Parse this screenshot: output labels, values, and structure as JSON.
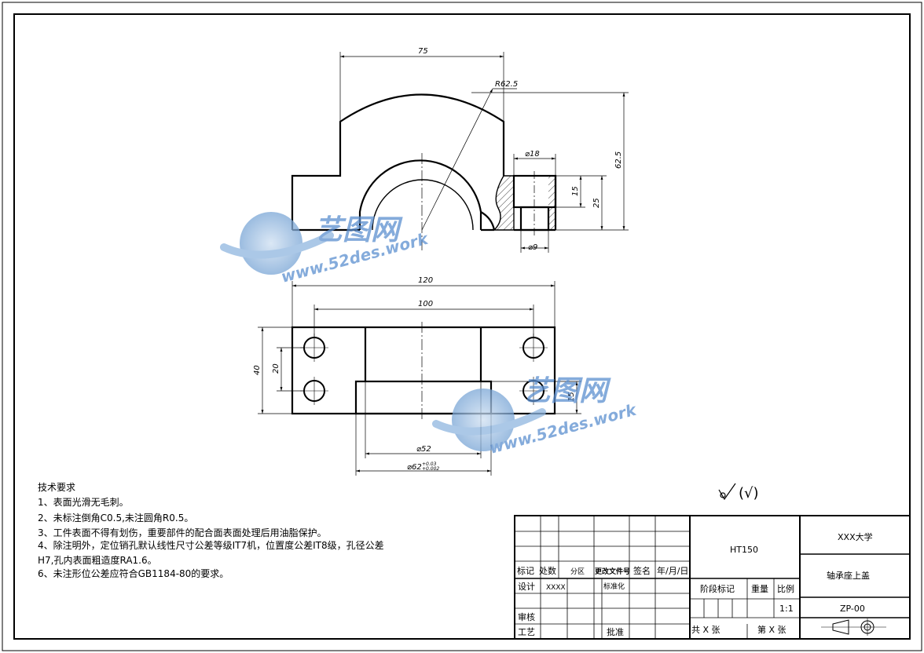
{
  "dimensions": {
    "d75": "75",
    "r625": "R62.5",
    "d625": "62.5",
    "d18": "⌀18",
    "d15a": "15",
    "d25": "25",
    "d9": "⌀9",
    "d120": "120",
    "d100": "100",
    "d40": "40",
    "d20": "20",
    "d15b": "15",
    "d52": "⌀52",
    "d62": "⌀62",
    "d62_tol_upper": "+0.03",
    "d62_tol_lower": "+0.002"
  },
  "notes": {
    "title": "技术要求",
    "lines": [
      "1、表面光滑无毛刺。",
      "2、未标注倒角C0.5,未注圆角R0.5。",
      "3、工件表面不得有划伤，重要部件的配合面表面处理后用油脂保护。",
      "4、除注明外，定位销孔默认线性尺寸公差等级IT7机，位置度公差IT8级，孔径公差",
      "H7,孔内表面粗造度RA1.6。",
      "6、未注形位公差应符合GB1184-80的要求。"
    ]
  },
  "roughness": "(√)",
  "title_block": {
    "material": "HT150",
    "university": "XXX大学",
    "part_name": "轴承座上盖",
    "drawing_no": "ZP-00",
    "scale": "1:1",
    "row_labels": {
      "mark": "标记",
      "count": "处数",
      "zone": "分区",
      "change_doc": "更改文件号",
      "signature": "签名",
      "date": "年/月/日",
      "design": "设计",
      "designer": "XXXX",
      "standardize": "标准化",
      "review": "审核",
      "process": "工艺",
      "approve": "批准",
      "stage_mark": "阶段标记",
      "weight": "重量",
      "scale_label": "比例",
      "total_sheets": "共 X 张",
      "sheet_no": "第 X 张"
    }
  },
  "watermark": {
    "brand": "艺图网",
    "url": "www.52des.work"
  }
}
